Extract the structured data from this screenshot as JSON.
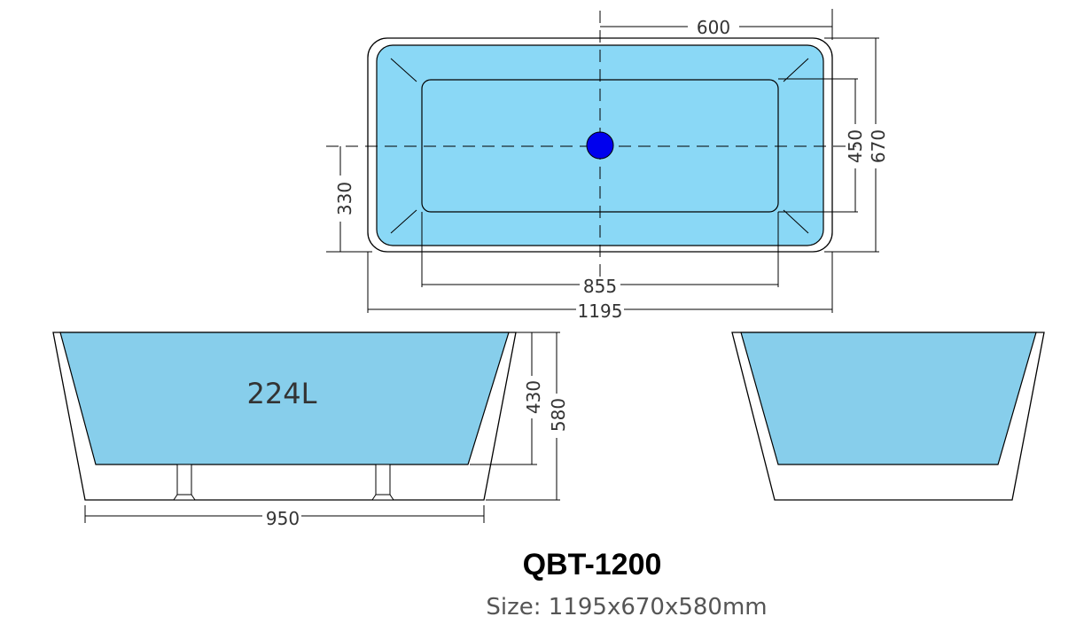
{
  "colors": {
    "water": "#8ad8f6",
    "water_side": "#87ceeb",
    "drain": "#0000ee",
    "line": "#000000",
    "text": "#333333"
  },
  "top_view": {
    "dim_inner_length": "600",
    "dim_inner_width": "450",
    "dim_overall_width": "670",
    "dim_drain_offset": "330",
    "dim_floor_length": "855",
    "dim_overall_length": "1195"
  },
  "front_view": {
    "capacity": "224L",
    "dim_water_depth": "430",
    "dim_overall_height": "580",
    "dim_leg_span": "950"
  },
  "side_view": {},
  "product": {
    "model": "QBT-1200",
    "size": "Size: 1195x670x580mm"
  }
}
